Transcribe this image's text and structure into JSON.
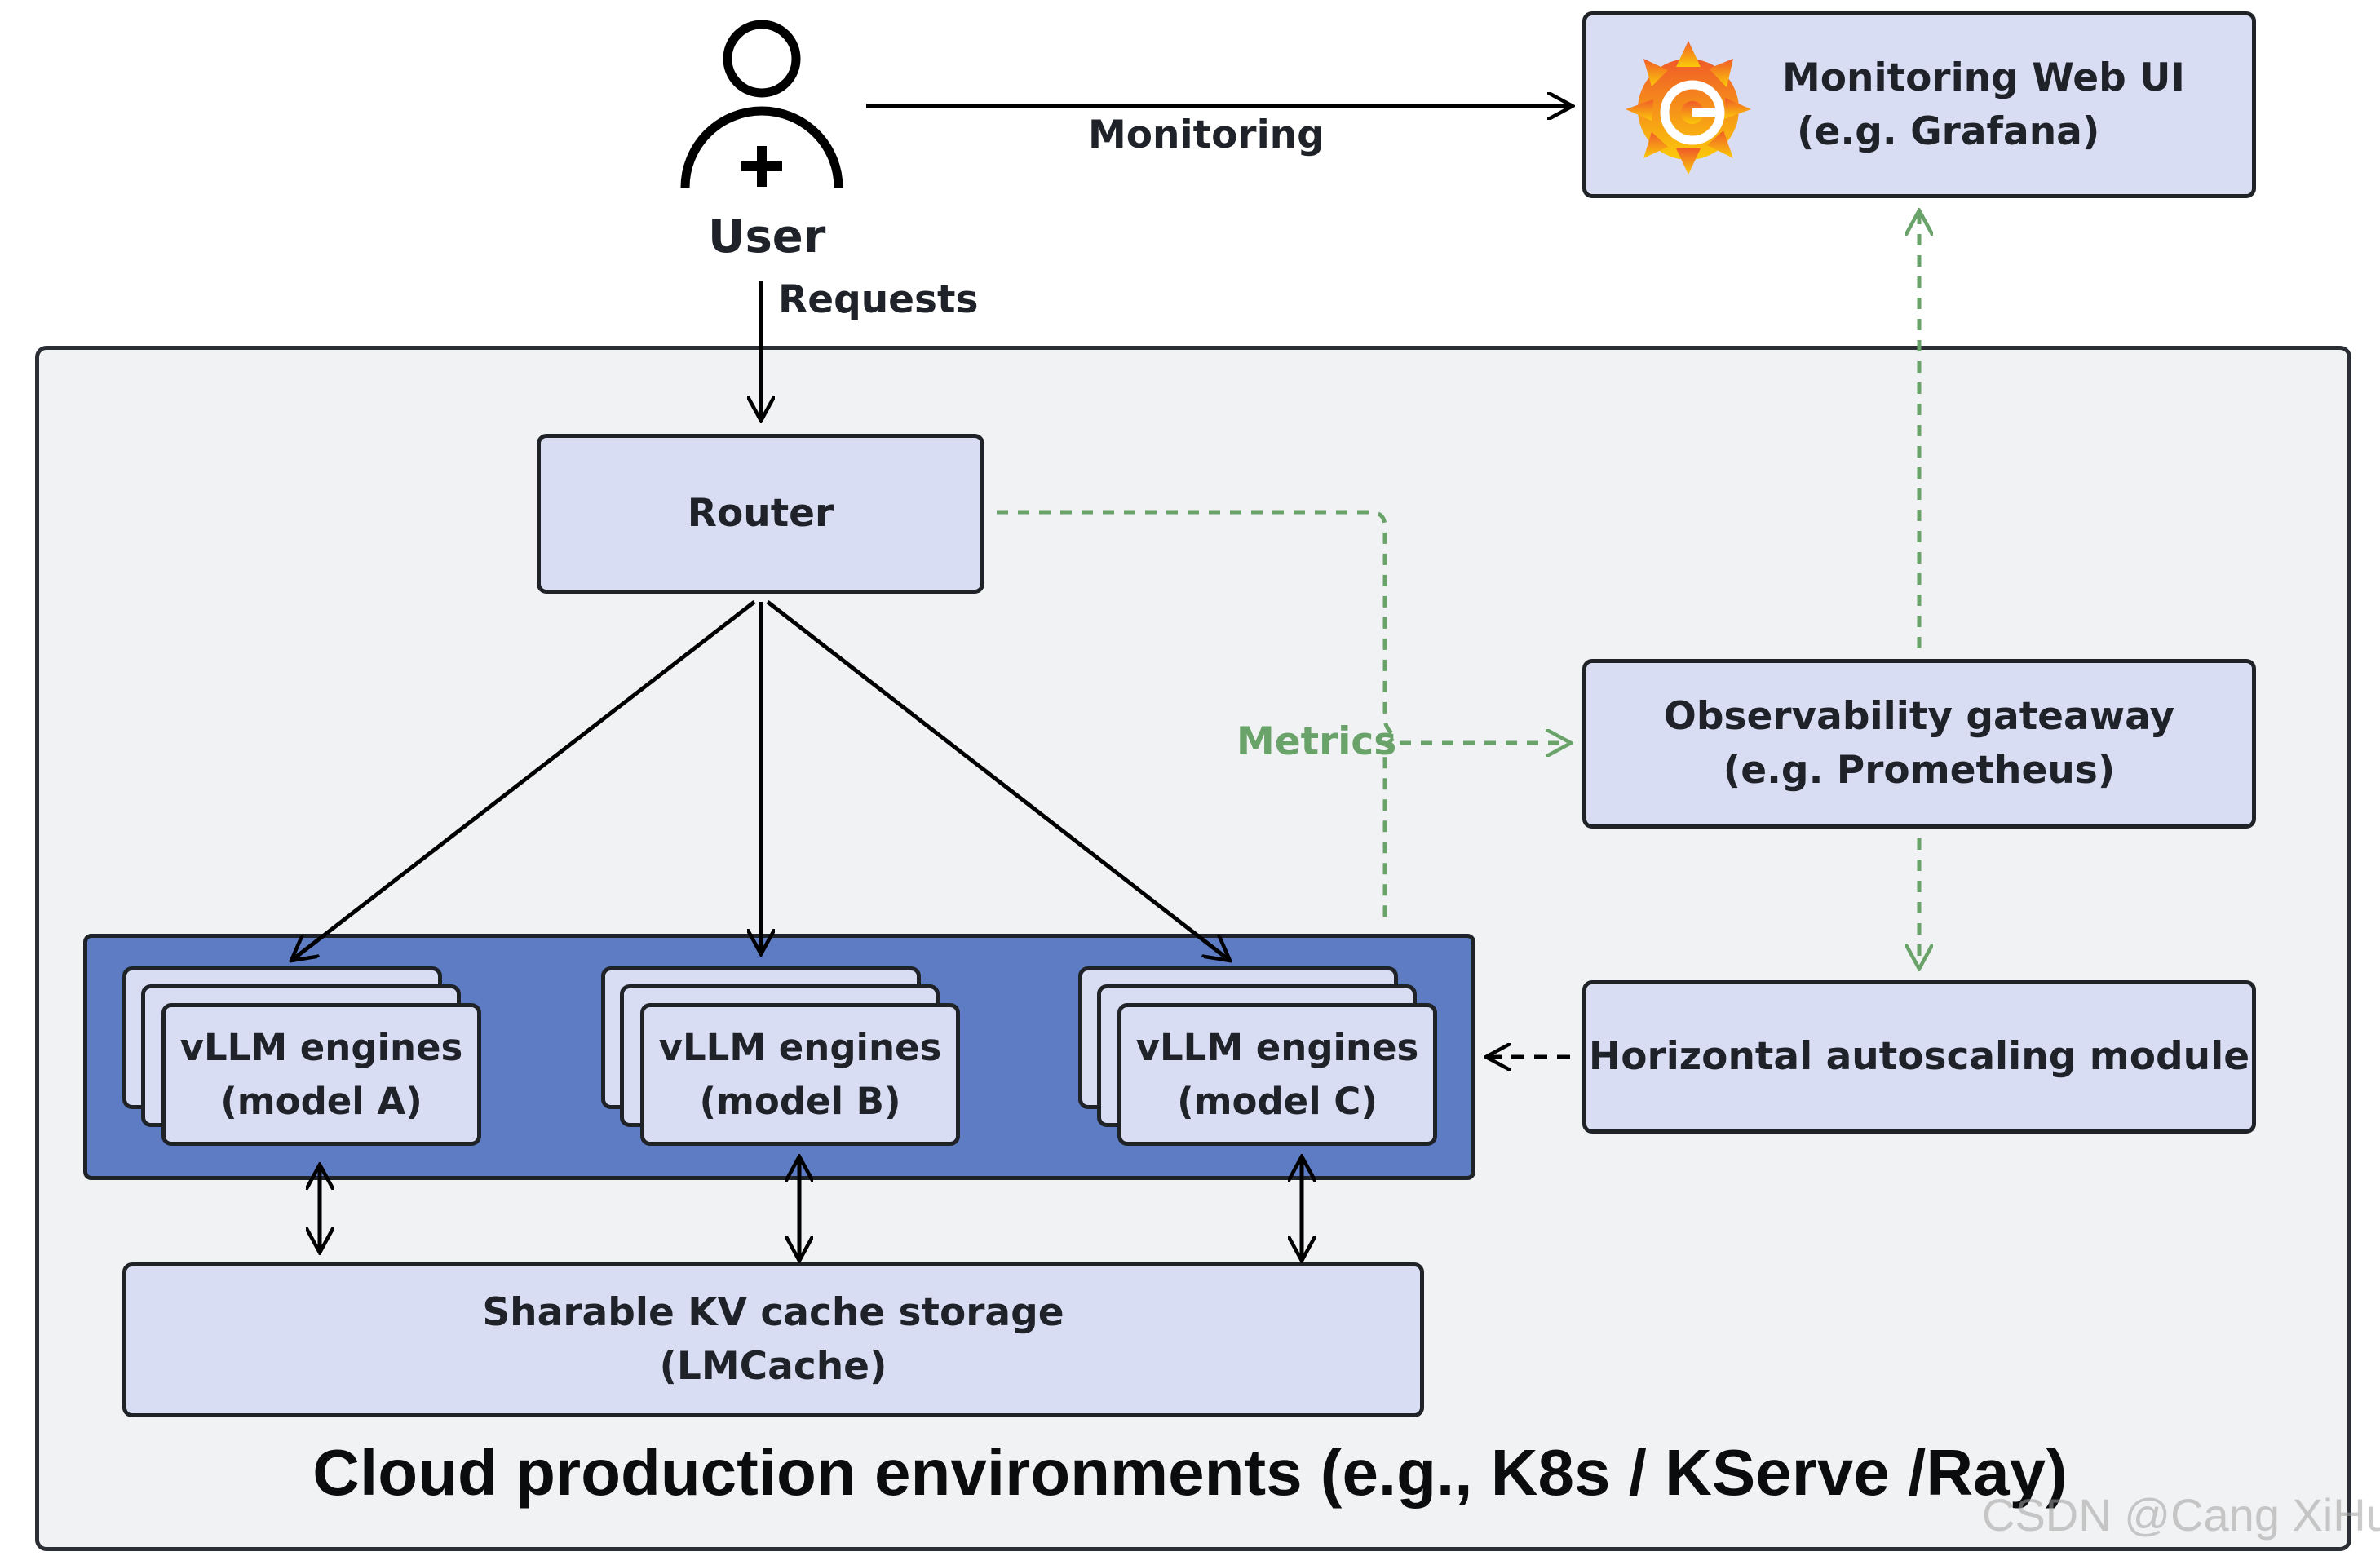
{
  "user": {
    "label": "User"
  },
  "edges": {
    "monitoring": "Monitoring",
    "requests": "Requests",
    "metrics": "Metrics"
  },
  "monitoring_ui": {
    "line1": "Monitoring Web UI",
    "line2": "(e.g. Grafana)"
  },
  "router": {
    "label": "Router"
  },
  "observability": {
    "line1": "Observability gateaway",
    "line2": "(e.g. Prometheus)"
  },
  "autoscaler": {
    "label": "Horizontal autoscaling module"
  },
  "engines": [
    {
      "line1": "vLLM engines",
      "line2": "(model A)"
    },
    {
      "line1": "vLLM engines",
      "line2": "(model B)"
    },
    {
      "line1": "vLLM engines",
      "line2": "(model C)"
    }
  ],
  "kv_storage": {
    "line1": "Sharable KV cache storage",
    "line2": "(LMCache)"
  },
  "cloud": {
    "title": "Cloud production environments (e.g., K8s / KServe /Ray)"
  },
  "watermark": "CSDN @Cang XiHui",
  "icons": {
    "user": "user-add-icon",
    "grafana": "grafana-logo-icon"
  },
  "colors": {
    "box_fill": "#d9ddf3",
    "engine_group": "#5e7cc3",
    "metrics_green": "#6aa36a",
    "cloud_bg": "#f1f2f3"
  }
}
